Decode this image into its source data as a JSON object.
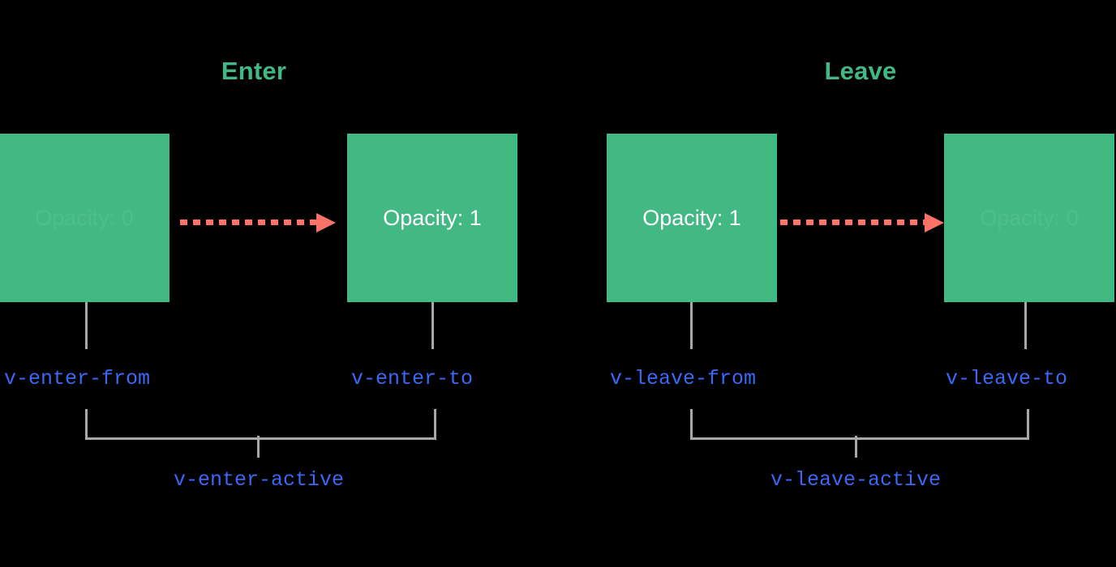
{
  "diagram": {
    "title_enter": "Enter",
    "title_leave": "Leave",
    "colors": {
      "background": "#000000",
      "box_fill": "#42b883",
      "heading": "#42b883",
      "arrow": "#fa7268",
      "connector": "#a8a8a8",
      "class_name": "#3b68f5",
      "box_text": "#ffffff"
    }
  },
  "enter": {
    "heading": "Enter",
    "from": {
      "box_text": "Opacity: 0",
      "class_name": "v-enter-from",
      "opacity_value": 0
    },
    "to": {
      "box_text": "Opacity: 1",
      "class_name": "v-enter-to",
      "opacity_value": 1
    },
    "active_class": "v-enter-active"
  },
  "leave": {
    "heading": "Leave",
    "from": {
      "box_text": "Opacity: 1",
      "class_name": "v-leave-from",
      "opacity_value": 1
    },
    "to": {
      "box_text": "Opacity: 0",
      "class_name": "v-leave-to",
      "opacity_value": 0
    },
    "active_class": "v-leave-active"
  }
}
